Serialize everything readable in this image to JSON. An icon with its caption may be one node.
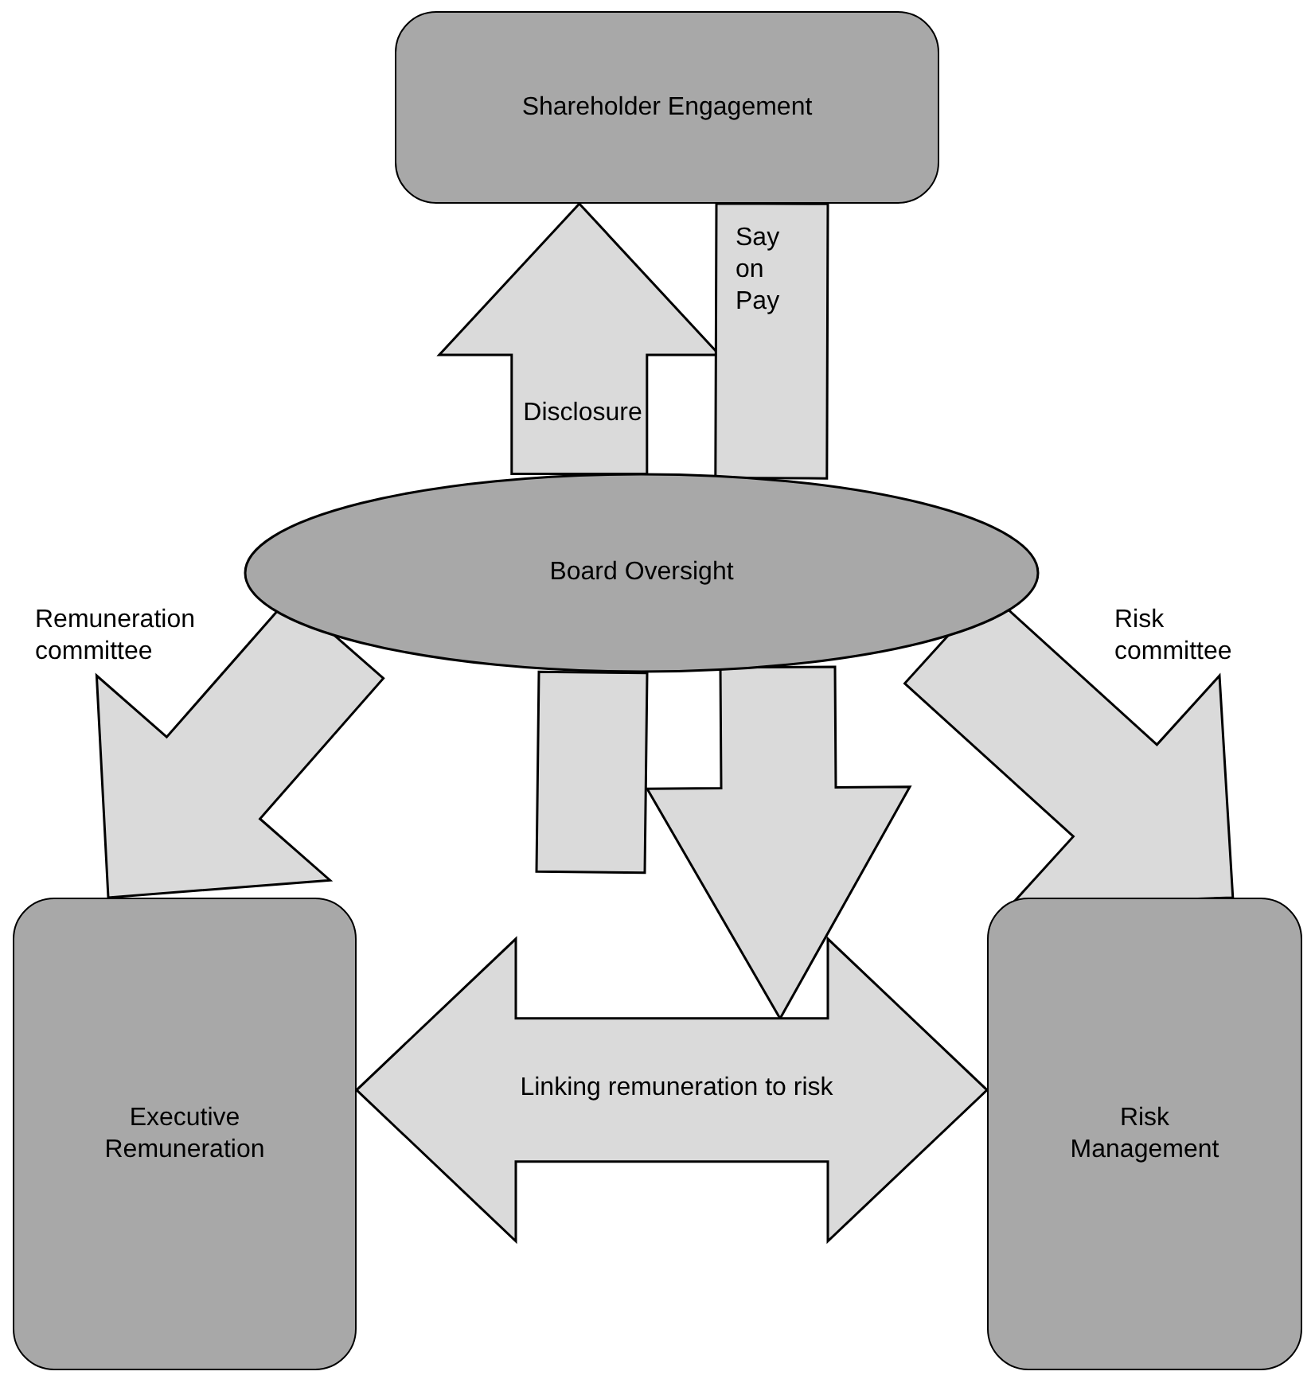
{
  "diagram": {
    "nodes": [
      {
        "text": [
          "Shareholder Engagement"
        ]
      },
      {
        "text": [
          "Board Oversight"
        ]
      },
      {
        "text": [
          "Executive Remuneration"
        ]
      },
      {
        "text": [
          "Risk Management"
        ]
      }
    ],
    "edges": [
      {
        "from": 1,
        "to": 0,
        "arrow": "to",
        "label": "Disclosure"
      },
      {
        "from": 0,
        "to": 1,
        "arrow": "none",
        "label": "Say on Pay"
      },
      {
        "from": 1,
        "to": null,
        "arrow": "to"
      },
      {
        "from": null,
        "to": 1,
        "arrow": "none"
      },
      {
        "from": 1,
        "to": 2,
        "arrow": "to",
        "label": "Remuneration committee"
      },
      {
        "from": 1,
        "to": 3,
        "arrow": "to",
        "label": "Risk committee"
      },
      {
        "from": 2,
        "to": 3,
        "arrow": "both",
        "label": "Linking remuneration to risk"
      }
    ]
  }
}
